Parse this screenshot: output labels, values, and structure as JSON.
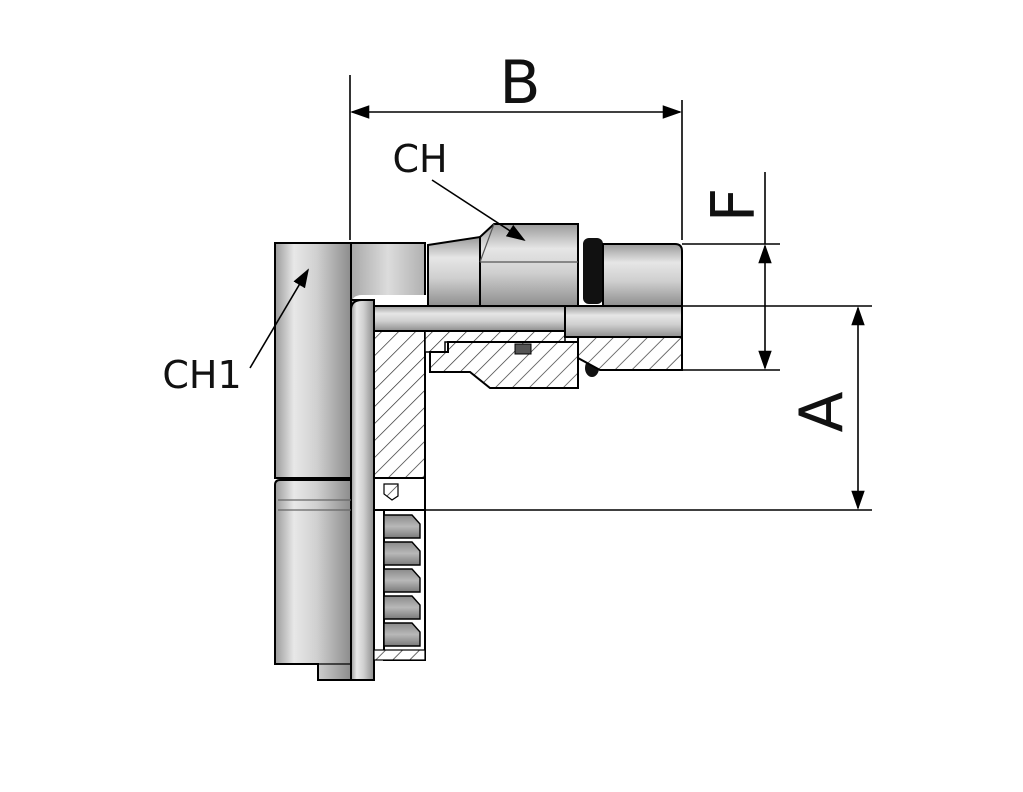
{
  "labels": {
    "dim_b": "B",
    "dim_f": "F",
    "dim_a": "A",
    "callout_ch": "CH",
    "callout_ch1": "CH1"
  },
  "colors": {
    "line": "#000000",
    "hatch": "#444444",
    "metal_light": "#e6e6e6",
    "metal_mid": "#bdbdbd",
    "metal_dark": "#8a8a8a",
    "oring": "#111111"
  }
}
